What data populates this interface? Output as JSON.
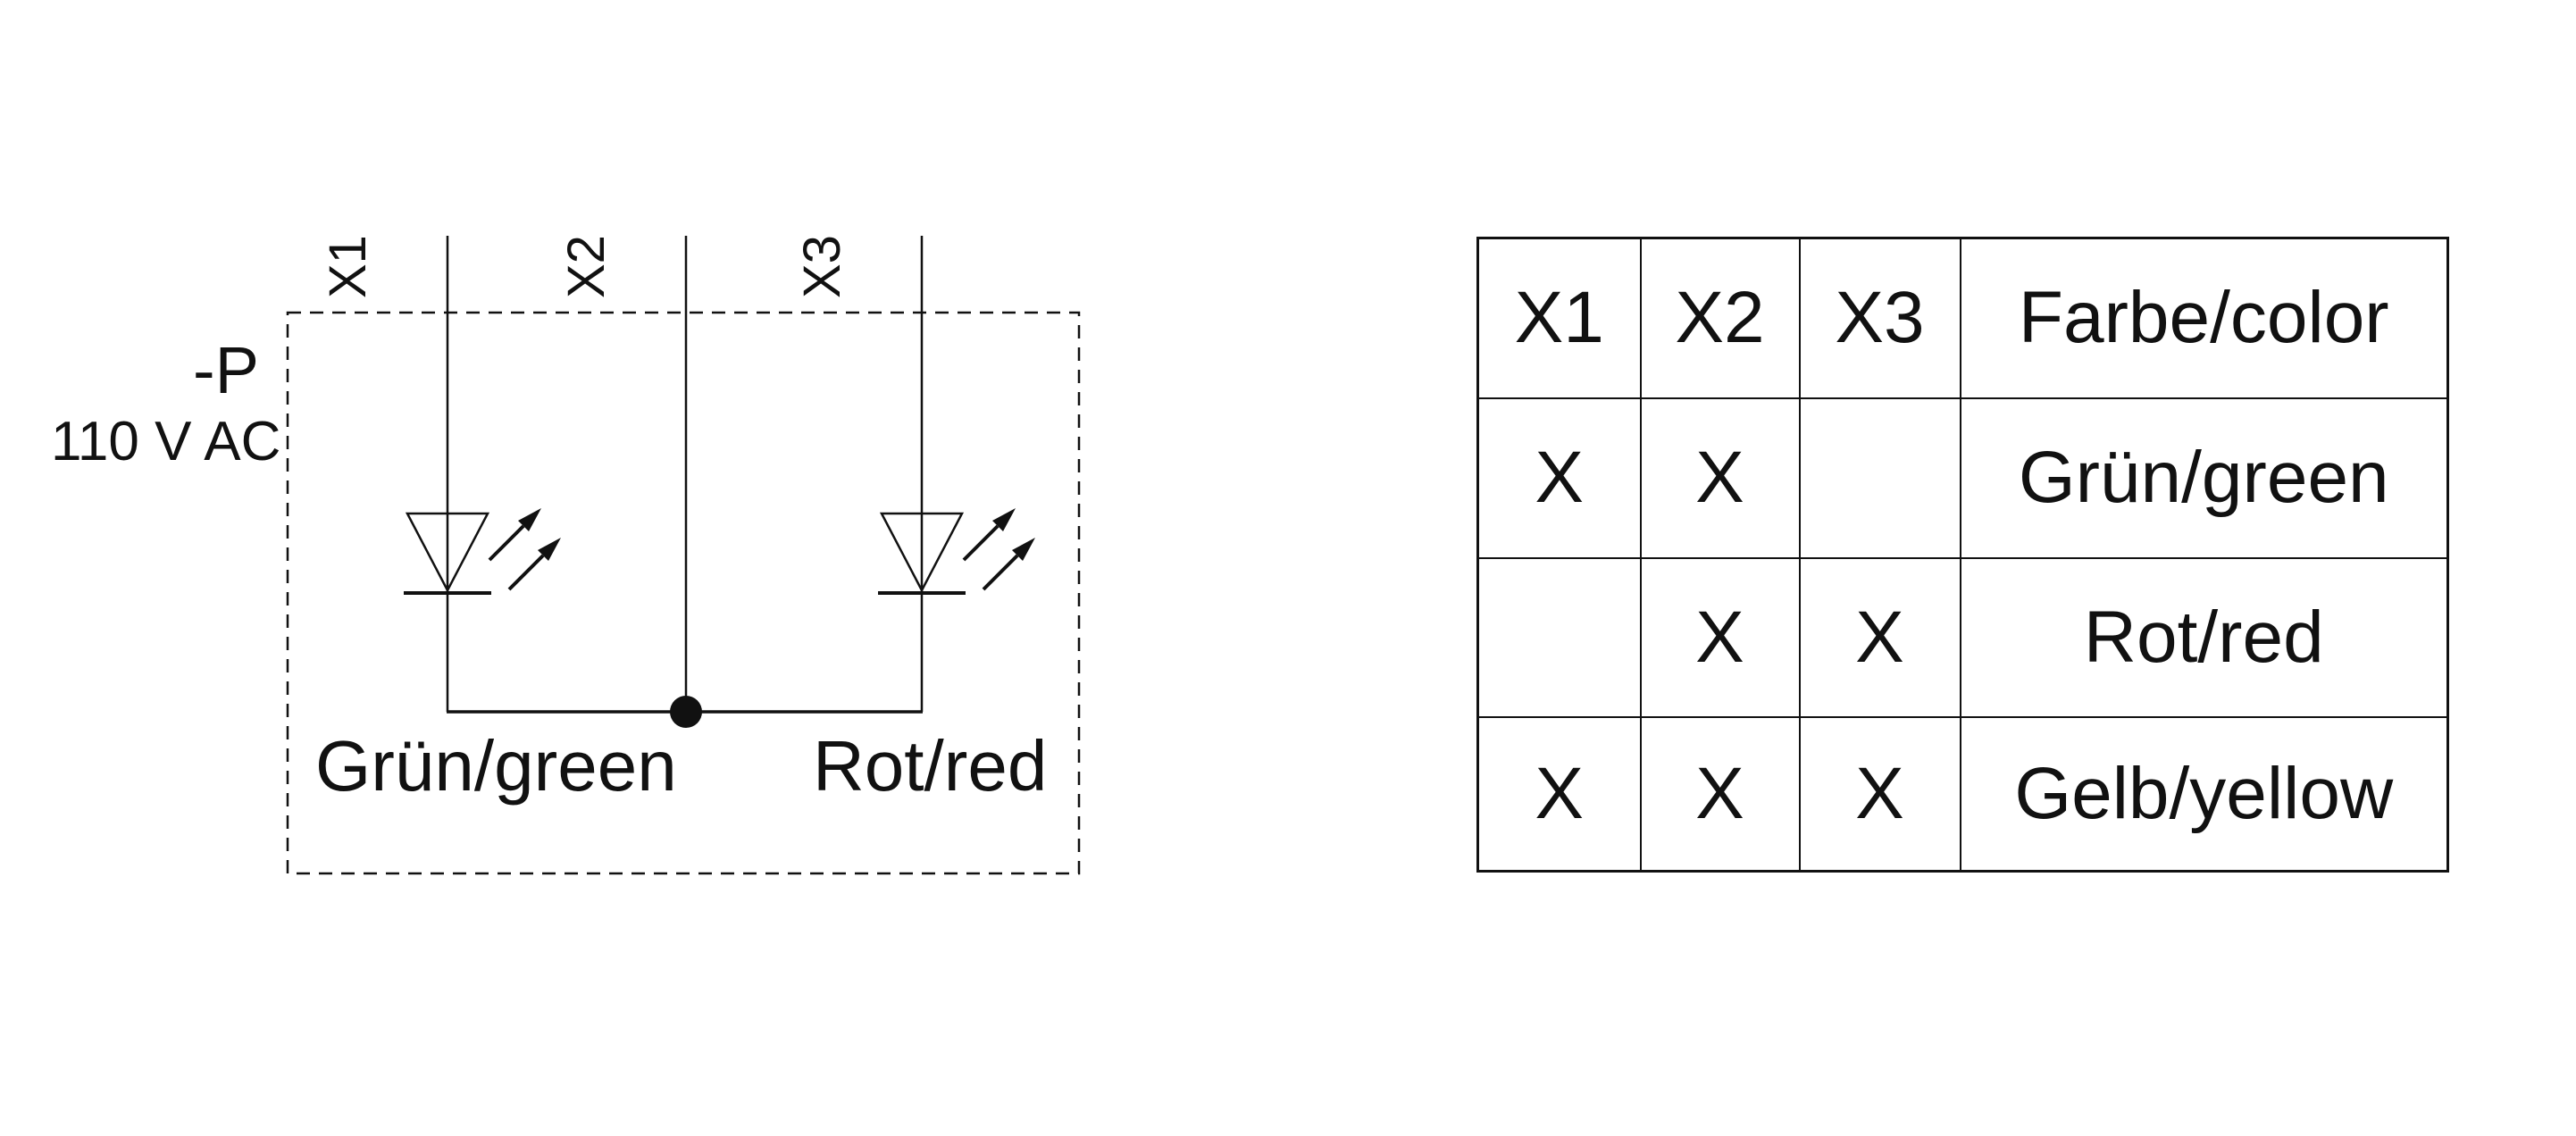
{
  "colors": {
    "ink": "#111111",
    "background": "#ffffff"
  },
  "schematic": {
    "designator": "-P",
    "voltage": "110 V AC",
    "terminals": [
      "X1",
      "X2",
      "X3"
    ],
    "green_led_label": "Grün/green",
    "red_led_label": "Rot/red"
  },
  "table": {
    "header": [
      "X1",
      "X2",
      "X3",
      "Farbe/color"
    ],
    "rows": [
      [
        "X",
        "X",
        "",
        "Grün/green"
      ],
      [
        "",
        "X",
        "X",
        "Rot/red"
      ],
      [
        "X",
        "X",
        "X",
        "Gelb/yellow"
      ]
    ]
  }
}
